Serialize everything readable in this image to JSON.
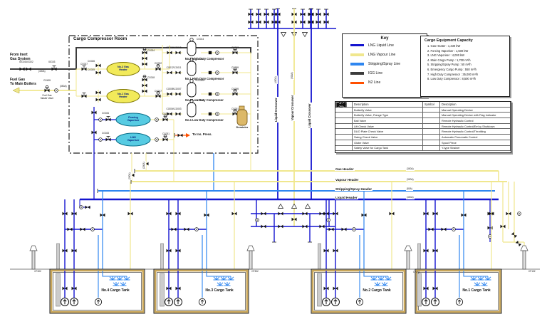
{
  "colors": {
    "lng_liquid": "#1414cf",
    "lng_vapour": "#f0e78e",
    "stripping_spray": "#2e86f0",
    "igg": "#3c3c3c",
    "n2": "#ff4f00",
    "tank_wall": "#c9a659",
    "heater_fill": "#f2ea5a",
    "vaporiser_fill": "#57cbe2",
    "demister_fill": "#dcb868"
  },
  "inlet": {
    "from_inert_1": "From Inert",
    "from_inert_2": "Gas System",
    "fuel_gas_1": "Fuel Gas",
    "fuel_gas_2": "To Main Boilers",
    "fuel_master_1": "Fuel Gas",
    "fuel_master_2": "Master Valve",
    "tag_igg_pair": "IGG01\\IGG02",
    "tag_igg_single": "IGG03",
    "tag_fuel_valve": "CG405"
  },
  "room": {
    "title": "Cargo Compressor Room",
    "heater2_1": "No.2 Gas",
    "heater2_2": "Heater",
    "heater1_1": "No.1 Gas",
    "heater1_2": "Heater",
    "comp_hd2": "No.2 High Duty Compressor",
    "comp_hd1": "No.1 High Duty Compressor",
    "comp_ld2": "No.2 Low Duty Compressor",
    "comp_ld1": "No.1 Low Duty Compressor",
    "forcing_1": "Forcing",
    "forcing_2": "Vaporiser",
    "lngvap_1": "LNG",
    "lngvap_2": "Vaporiser",
    "demister": "Demister",
    "to_ins": "To Ins. Press."
  },
  "room_tags": {
    "cg027": "CG027",
    "cg026": "CG026",
    "cg025": "CG025",
    "cg024": "CG024",
    "cg022": "CG022",
    "cg018": "CG018",
    "cg017": "CG017",
    "pair_hd2": "CG016\\CG015",
    "top_hd2": "CG014",
    "out_hd2": "CG013",
    "pair_hd1": "CG012\\CG011",
    "top_hd1": "CG010",
    "out_hd1": "CG009",
    "pair_ld2": "CG008\\CG007",
    "top_ld2": "CG006",
    "out_ld2": "CG005",
    "pair_ld1": "CG004\\CG003",
    "top_ld1": "CG002",
    "out_ld1": "CG001",
    "cg034": "CG034",
    "cg033": "CG033",
    "cg032": "CG032",
    "cg031": "CG031"
  },
  "key": {
    "title": "Key",
    "items": [
      {
        "label": "LNG Liquid Line",
        "color": "#1414cf"
      },
      {
        "label": "LNG Vapour Line",
        "color": "#f0e78e"
      },
      {
        "label": "Stripping/Spray Line",
        "color": "#2e86f0"
      },
      {
        "label": "IGG Line",
        "color": "#3c3c3c"
      },
      {
        "label": "N2 Line",
        "color": "#ff4f00"
      }
    ]
  },
  "capacity": {
    "title": "Cargo Equipment Capacity",
    "items": [
      "1. Gas Heater : 1,430 kW",
      "2. Forcing Vaporiser : 1,500 kW",
      "3. LNG Vaporiser : 4,000 kW",
      "4. Main Cargo Pump : 1,700 m³/h",
      "5. Stripping/Spray Pump : 50 m³/h",
      "6. Emergency Cargo Pump : 550 m³/h",
      "7. High Duty Compressor : 35,000 m³/h",
      "8. Low Duty Compressor : 8,500 m³/h"
    ]
  },
  "symbols": {
    "header_symbol": "Symbol",
    "header_desc": "Description",
    "left": [
      "Butterfly Valve",
      "Butterfly Valve, Flange Type",
      "Ball Valve",
      "Lift Check Valve",
      "DUO Plate Check Valve",
      "Swing Check Valve",
      "Globe Valve",
      "Safety Valve for Cargo Tank"
    ],
    "right": [
      "Manual Operating Device",
      "Manual Operating Device with Flag Indicator",
      "Remote Hydraulic Control",
      "Remote Hydraulic Control/Em'cy Shutdown",
      "Remote Hydraulic Control/Throttling",
      "Automatic Pneumatic Control",
      "Spool Piece",
      "Y-type Strainer"
    ]
  },
  "headers": {
    "gas": "Gas Header",
    "vapour": "Vapour Header",
    "stripping": "Stripping/Spray Header",
    "liquid": "Liquid Header"
  },
  "crossovers": {
    "liquid_left": "Liquid Crossover",
    "vapour": "Vapour Crossover",
    "liquid_right": "Liquid Crossover"
  },
  "tanks": [
    {
      "name": "No.4 Cargo Tank"
    },
    {
      "name": "No.3 Cargo Tank"
    },
    {
      "name": "No.2 Cargo Tank"
    },
    {
      "name": "No.1 Cargo Tank"
    }
  ],
  "vents": {
    "cf402": "CF402",
    "cf302": "CF302",
    "cf202": "CF202",
    "cf102": "CF102"
  },
  "pipe_sizes": {
    "igg": "(400A)",
    "fuel": "(350A)",
    "gas_header": "(300A)",
    "vapour_header": "(300A)",
    "stripping_header": "(80A)",
    "liquid_header": "(400A)",
    "riser_a": "(250A)",
    "riser_b": "(200A)",
    "crossover_liquid": "(400A)",
    "crossover_vapour": "(300A)"
  }
}
